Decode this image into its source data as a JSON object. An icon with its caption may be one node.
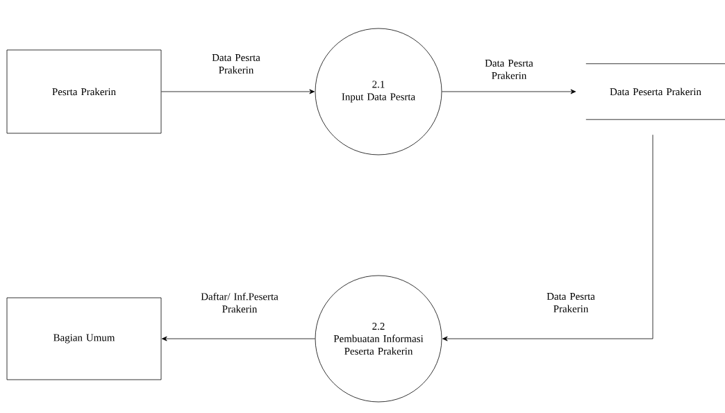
{
  "diagram": {
    "nodes": [
      {
        "text": [
          "Pesrta Prakerin"
        ]
      },
      {
        "text": [
          "2.1",
          "Input Data Pesrta"
        ]
      },
      {
        "text": [
          "Data Peserta Prakerin"
        ]
      },
      {
        "text": [
          "2.2",
          "Pembuatan Informasi Peserta Prakerin"
        ]
      },
      {
        "text": [
          "Bagian Umum"
        ]
      }
    ],
    "edges": [
      {
        "from": 0,
        "to": 1,
        "arrow": "to",
        "label": "Data Pesrta Prakerin"
      },
      {
        "from": 1,
        "to": 2,
        "arrow": "to",
        "label": "Data Pesrta Prakerin"
      },
      {
        "from": 2,
        "to": 3,
        "arrow": "to",
        "label": "Data Pesrta Prakerin"
      },
      {
        "from": 3,
        "to": 4,
        "arrow": "to",
        "label": "Daftar/ Inf.Peserta Prakerin"
      }
    ]
  }
}
